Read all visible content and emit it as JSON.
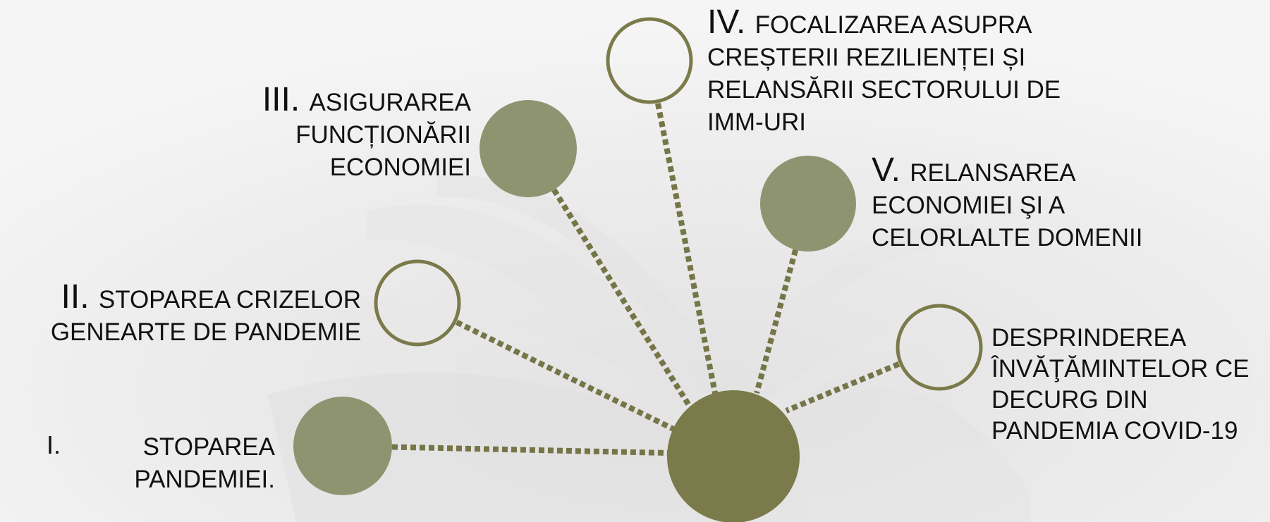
{
  "colors": {
    "background": "#f3f3f3",
    "node_fill_light": "#8f9470",
    "node_fill_center": "#7a7a4a",
    "node_outline": "#7a7a4a",
    "connector": "#757548",
    "text": "#111111"
  },
  "diagram": {
    "center_node": {
      "label": ""
    },
    "nodes": [
      {
        "numeral": "I.",
        "text": "STOPAREA PANDEMIEI.",
        "style": "filled"
      },
      {
        "numeral": "II.",
        "text": "STOPAREA CRIZELOR GENEARTE DE PANDEMIE",
        "style": "outline"
      },
      {
        "numeral": "III.",
        "text": "ASIGURAREA FUNCȚIONĂRII ECONOMIEI",
        "style": "filled"
      },
      {
        "numeral": "IV.",
        "text": "FOCALIZAREA ASUPRA CREȘTERII REZILIENȚEI ȘI RELANSĂRII SECTORULUI DE IMM-URI",
        "style": "outline"
      },
      {
        "numeral": "V.",
        "text": "RELANSAREA ECONOMIEI ŞI A CELORLALTE DOMENII",
        "style": "filled"
      },
      {
        "numeral": "",
        "text": "DESPRINDEREA ÎNVĂŢĂMINTELOR CE DECURG DIN PANDEMIA COVID-19",
        "style": "outline"
      }
    ]
  }
}
